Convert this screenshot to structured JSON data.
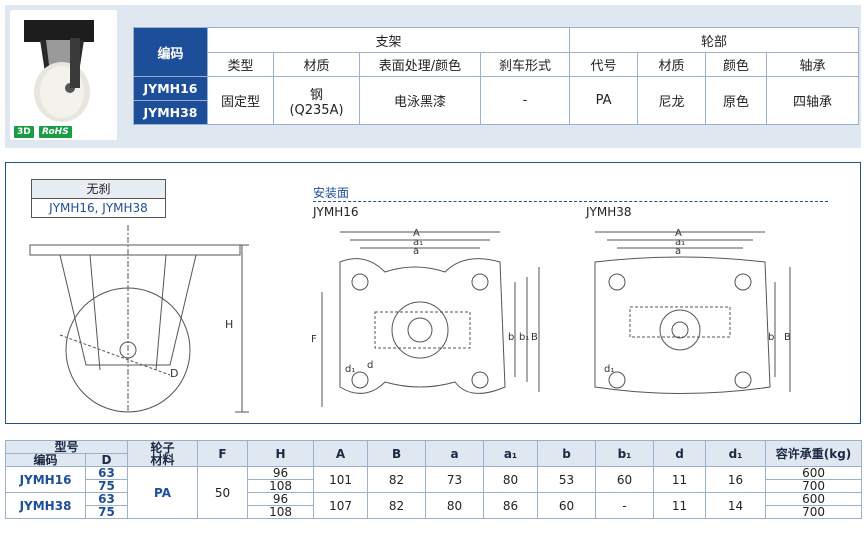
{
  "badges": {
    "three_d": "3D",
    "rohs": "RoHS"
  },
  "spec_table": {
    "code_header": "编码",
    "group_bracket": "支架",
    "group_wheel": "轮部",
    "bracket_cols": [
      "类型",
      "材质",
      "表面处理/颜色",
      "刹车形式"
    ],
    "wheel_cols": [
      "代号",
      "材质",
      "颜色",
      "轴承"
    ],
    "codes": [
      "JYMH16",
      "JYMH38"
    ],
    "values": {
      "type": "固定型",
      "material_line1": "钢",
      "material_line2": "(Q235A)",
      "surface": "电泳黑漆",
      "brake": "-",
      "wheel_code": "PA",
      "wheel_material": "尼龙",
      "wheel_color": "原色",
      "bearing": "四轴承"
    }
  },
  "drawing": {
    "brake_label": "无刹",
    "brake_models": "JYMH16, JYMH38",
    "mount_title": "安装面",
    "model_a": "JYMH16",
    "model_b": "JYMH38",
    "dims": {
      "H": "H",
      "D": "D",
      "A": "A",
      "a1": "a₁",
      "a": "a",
      "F": "F",
      "b": "b",
      "b1": "b₁",
      "B": "B",
      "d": "d",
      "d1": "d₁"
    }
  },
  "dim_table": {
    "headers": {
      "model": "型号",
      "code": "编码",
      "D": "D",
      "wheel_material_l1": "轮子",
      "wheel_material_l2": "材料",
      "F": "F",
      "H": "H",
      "A": "A",
      "B": "B",
      "a": "a",
      "a1": "a₁",
      "b": "b",
      "b1": "b₁",
      "d": "d",
      "d1": "d₁",
      "load": "容许承重(kg)"
    },
    "rows": [
      {
        "code": "JYMH16",
        "D": [
          "63",
          "75"
        ],
        "H": [
          "96",
          "108"
        ],
        "A": "101",
        "B": "82",
        "a": "73",
        "a1": "80",
        "b": "53",
        "b1": "60",
        "d": "11",
        "d1": "16",
        "load": [
          "600",
          "700"
        ]
      },
      {
        "code": "JYMH38",
        "D": [
          "63",
          "75"
        ],
        "H": [
          "96",
          "108"
        ],
        "A": "107",
        "B": "82",
        "a": "80",
        "a1": "86",
        "b": "60",
        "b1": "-",
        "d": "11",
        "d1": "14",
        "load": [
          "600",
          "700"
        ]
      }
    ],
    "wheel_material": "PA",
    "F": "50"
  }
}
